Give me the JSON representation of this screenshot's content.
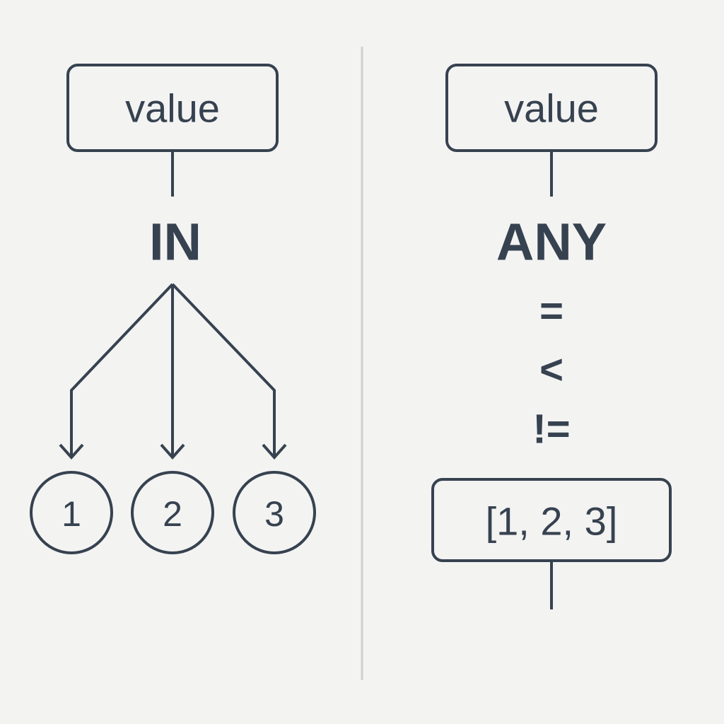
{
  "left": {
    "value_label": "value",
    "keyword": "IN",
    "items": [
      "1",
      "2",
      "3"
    ]
  },
  "right": {
    "value_label": "value",
    "keyword": "ANY",
    "operators": [
      "=",
      "<",
      "!="
    ],
    "array_label": "[1, 2, 3]"
  }
}
